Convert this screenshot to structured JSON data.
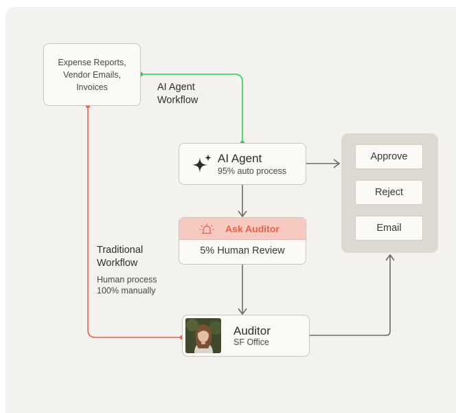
{
  "sources": {
    "lines": [
      "Expense Reports,",
      "Vendor Emails,",
      "Invoices"
    ]
  },
  "ai_workflow_label": {
    "line1": "AI Agent",
    "line2": "Workflow"
  },
  "traditional_label": {
    "line1": "Traditional",
    "line2": "Workflow",
    "sub1": "Human process",
    "sub2": "100% manually"
  },
  "ai_agent": {
    "title": "AI Agent",
    "subtitle": "95% auto process",
    "icon": "sparkle-icon"
  },
  "ask_auditor": {
    "label": "Ask Auditor",
    "review": "5% Human Review",
    "icon": "alarm-icon"
  },
  "auditor": {
    "title": "Auditor",
    "subtitle": "SF Office",
    "icon": "avatar"
  },
  "actions": {
    "items": [
      "Approve",
      "Reject",
      "Email"
    ]
  },
  "colors": {
    "ai_path": "#2ecc55",
    "traditional_path": "#e9604a",
    "arrow": "#6e6a62",
    "alert_bg": "#f7c9c1",
    "alert_text": "#e9604a"
  }
}
